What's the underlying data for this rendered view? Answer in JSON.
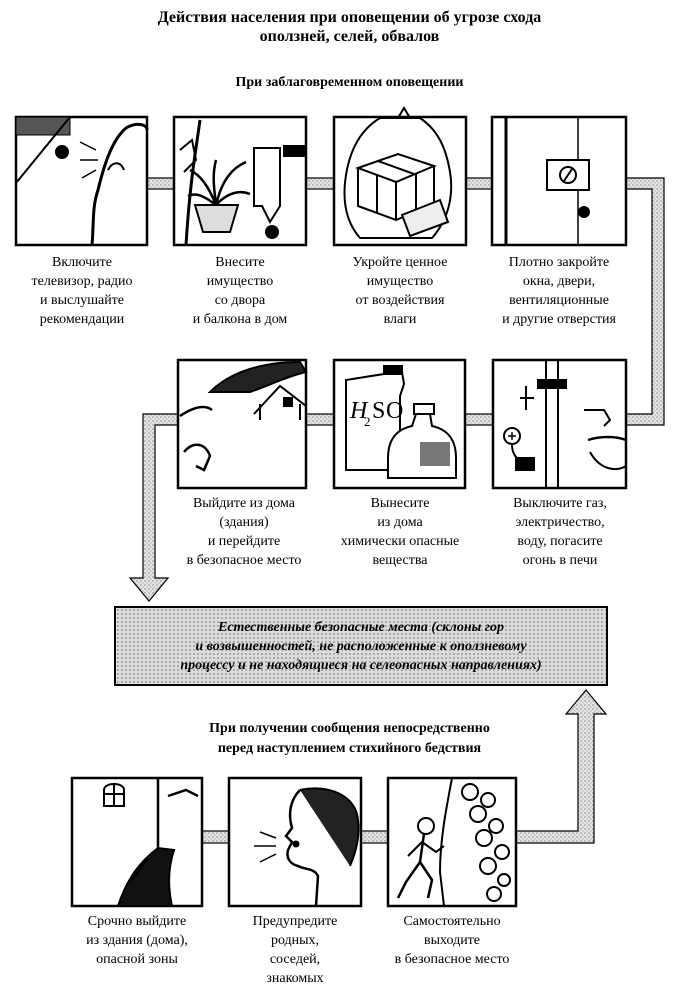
{
  "title": {
    "line1": "Действия населения при оповещении об угрозе схода",
    "line2": "оползней, селей, обвалов"
  },
  "advance_heading": "При заблаговременном оповещении",
  "advance_steps": [
    {
      "icon": "tv-watching-icon",
      "lines": [
        "Включите",
        "телевизор, радио",
        "и выслушайте",
        "рекомендации"
      ]
    },
    {
      "icon": "houseplant-icon",
      "lines": [
        "Внесите",
        "имущество",
        "со двора",
        "и балкона в дом"
      ]
    },
    {
      "icon": "wrapped-package-icon",
      "lines": [
        "Укройте ценное",
        "имущество",
        "от воздействия",
        "влаги"
      ]
    },
    {
      "icon": "closed-door-icon",
      "lines": [
        "Плотно закройте",
        "окна, двери,",
        "вентиляционные",
        "и другие отверстия"
      ]
    },
    {
      "icon": "leaving-house-icon",
      "lines": [
        "Выйдите из дома",
        "(здания)",
        "и перейдите",
        "в безопасное место"
      ]
    },
    {
      "icon": "chemical-bottles-icon",
      "lines": [
        "Вынесите",
        "из дома",
        "химически опасные",
        "вещества"
      ]
    },
    {
      "icon": "utilities-off-icon",
      "lines": [
        "Выключите газ,",
        "электричество,",
        "воду, погасите",
        "огонь в печи"
      ]
    }
  ],
  "safe_places": {
    "lines": [
      "Естественные безопасные места (склоны гор",
      "и возвышенностей, не расположенные к оползневому",
      "процессу и не находящиеся на селеопасных направлениях)"
    ]
  },
  "urgent_heading": {
    "line1": "При получении сообщения непосредственно",
    "line2": "перед наступлением стихийного бедствия"
  },
  "urgent_steps": [
    {
      "icon": "exit-building-icon",
      "lines": [
        "Срочно выйдите",
        "из здания (дома),",
        "опасной зоны"
      ]
    },
    {
      "icon": "shouting-person-icon",
      "lines": [
        "Предупредите",
        "родных,",
        "соседей,",
        "знакомых"
      ]
    },
    {
      "icon": "walking-person-icon",
      "lines": [
        "Самостоятельно",
        "выходите",
        "в безопасное место"
      ]
    }
  ]
}
